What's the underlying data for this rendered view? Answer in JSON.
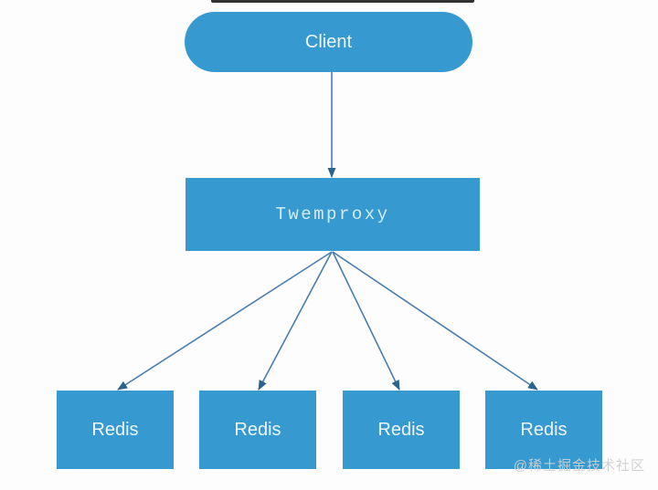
{
  "page": {
    "background": "#fdfdfd"
  },
  "artifact_bar": {
    "color": "#1d1d1d"
  },
  "diagram": {
    "type": "architecture-flow",
    "node_fill": "#3699d0",
    "node_text_color": "#eef6fb",
    "connector_color": "#4a7dad",
    "arrowhead_color": "#2b6390",
    "client": {
      "label": "Client",
      "shape": "pill"
    },
    "proxy": {
      "label": "Twemproxy",
      "shape": "rectangle"
    },
    "redis_nodes": [
      {
        "label": "Redis"
      },
      {
        "label": "Redis"
      },
      {
        "label": "Redis"
      },
      {
        "label": "Redis"
      }
    ],
    "edges": [
      {
        "from": "Client",
        "to": "Twemproxy"
      },
      {
        "from": "Twemproxy",
        "to": "Redis 1"
      },
      {
        "from": "Twemproxy",
        "to": "Redis 2"
      },
      {
        "from": "Twemproxy",
        "to": "Redis 3"
      },
      {
        "from": "Twemproxy",
        "to": "Redis 4"
      }
    ]
  },
  "watermark": {
    "text": "@稀土掘金技术社区",
    "color": "#d0d0d0"
  }
}
